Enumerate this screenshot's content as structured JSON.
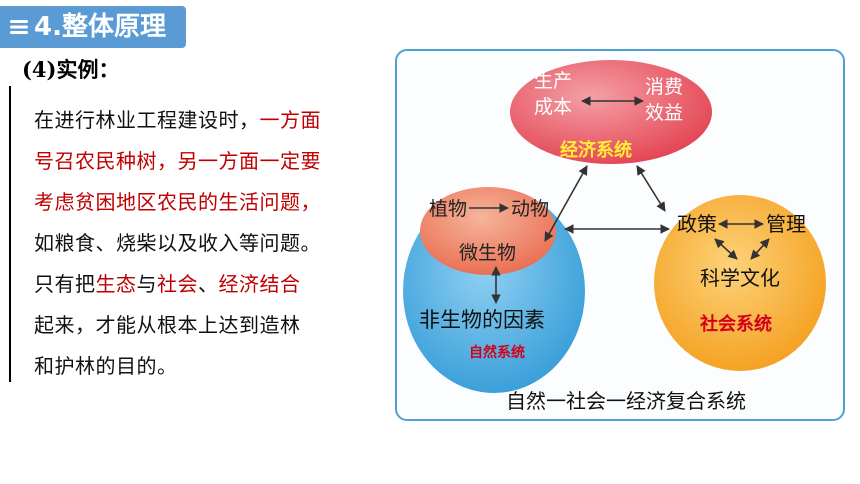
{
  "slide": {
    "title": "4.整体原理",
    "subheading": "(4)实例：",
    "paragraph1": {
      "line1": {
        "black": "在进行林业工程建设时，",
        "red": "一方面"
      },
      "line2": {
        "red": "号召农民种树，另一方面一定要"
      },
      "line3": {
        "red": "考虑贫困地区农民的生活问题，"
      },
      "line4": {
        "black": "如粮食、烧柴以及收入等问题。"
      }
    },
    "paragraph2": {
      "line1": {
        "black1": "只有把",
        "red1": "生态",
        "black2": "与",
        "red2": "社会",
        "black3": "、",
        "red3": "经济结合"
      },
      "line2": {
        "black": "起来，才能从根本上达到造林"
      },
      "line3": {
        "black": "和护林的目的。"
      }
    }
  },
  "diagram": {
    "economic": {
      "label": "经济系统",
      "item1": "生产",
      "item2": "成本",
      "item3": "消费",
      "item4": "效益"
    },
    "natural": {
      "label": "自然系统",
      "item_plant": "植物",
      "item_animal": "动物",
      "item_micro": "微生物",
      "abiotic": "非生物的因素"
    },
    "social": {
      "label": "社会系统",
      "item_policy": "政策",
      "item_manage": "管理",
      "item_tech": "科学文化"
    },
    "caption": "自然一社会一经济复合系统"
  },
  "colors": {
    "title_bar": "#5b9bd5",
    "red_text": "#c00000",
    "economic_fill": "#e8505b",
    "natural_fill": "#3fa9e0",
    "social_fill": "#f6a623",
    "inner_fill": "#ed7d59"
  }
}
